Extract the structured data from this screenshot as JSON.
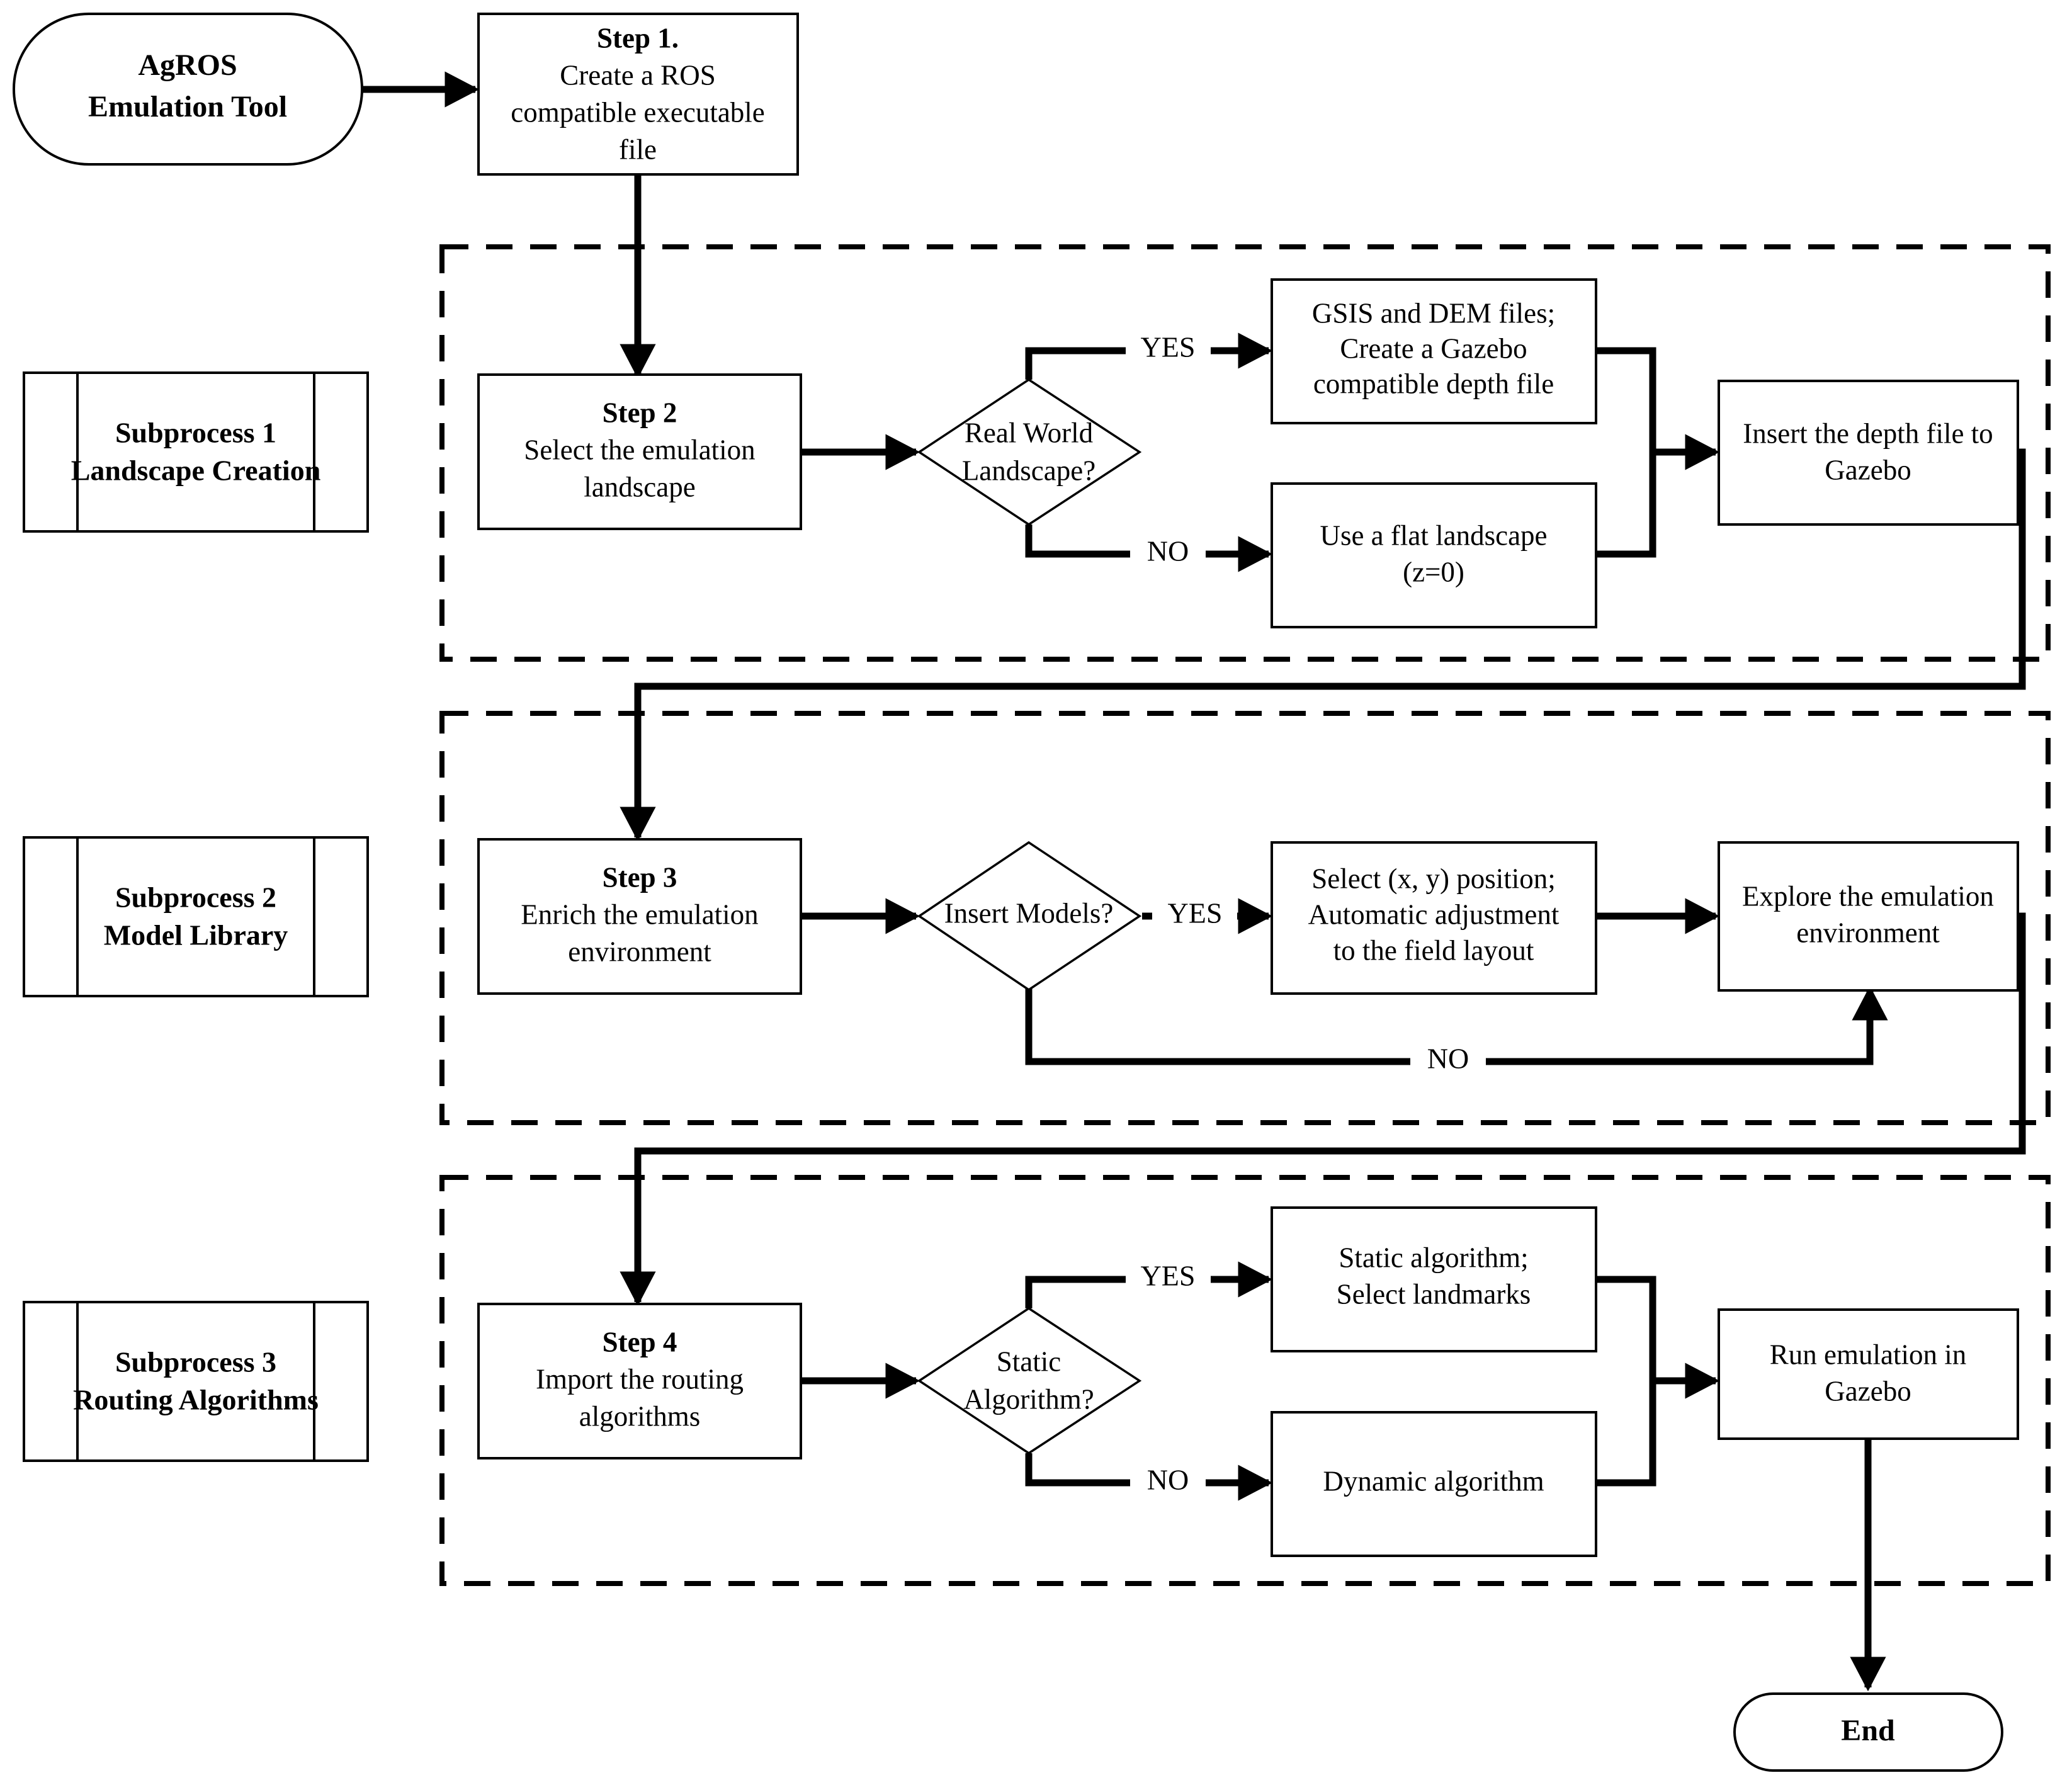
{
  "diagram": {
    "title": "AgROS Emulation Tool workflow",
    "colors": {
      "stroke": "#000000",
      "fill": "#ffffff",
      "group_border": "#000000"
    }
  },
  "terminators": {
    "start": {
      "line1": "AgROS",
      "line2": "Emulation Tool"
    },
    "end": {
      "label": "End"
    }
  },
  "step1": {
    "heading": "Step 1.",
    "line1": "Create a ROS",
    "line2": "compatible executable",
    "line3": "file"
  },
  "subprocess_labels": [
    {
      "number": "Subprocess 1",
      "name": "Landscape Creation"
    },
    {
      "number": "Subprocess 2",
      "name": "Model Library"
    },
    {
      "number": "Subprocess 3",
      "name": "Routing Algorithms"
    }
  ],
  "lane1": {
    "step": {
      "heading": "Step 2",
      "line1": "Select the emulation",
      "line2": "landscape"
    },
    "decision": {
      "line1": "Real World",
      "line2": "Landscape?"
    },
    "yes_label": "YES",
    "no_label": "NO",
    "yes_box": {
      "line1": "GSIS and DEM files;",
      "line2": "Create a Gazebo",
      "line3": "compatible depth file"
    },
    "no_box": {
      "line1": "Use a flat landscape",
      "line2": "(z=0)"
    },
    "merge_box": {
      "line1": "Insert the depth file to",
      "line2": "Gazebo"
    }
  },
  "lane2": {
    "step": {
      "heading": "Step 3",
      "line1": "Enrich the emulation",
      "line2": "environment"
    },
    "decision": {
      "line1": "Insert Models?"
    },
    "yes_label": "YES",
    "no_label": "NO",
    "yes_box": {
      "line1": "Select (x, y) position;",
      "line2": "Automatic adjustment",
      "line3": "to the field layout"
    },
    "merge_box": {
      "line1": "Explore the emulation",
      "line2": "environment"
    }
  },
  "lane3": {
    "step": {
      "heading": "Step 4",
      "line1": "Import the routing",
      "line2": "algorithms"
    },
    "decision": {
      "line1": "Static",
      "line2": "Algorithm?"
    },
    "yes_label": "YES",
    "no_label": "NO",
    "yes_box": {
      "line1": "Static algorithm;",
      "line2": "Select landmarks"
    },
    "no_box": {
      "line1": "Dynamic algorithm"
    },
    "merge_box": {
      "line1": "Run emulation in",
      "line2": "Gazebo"
    }
  }
}
